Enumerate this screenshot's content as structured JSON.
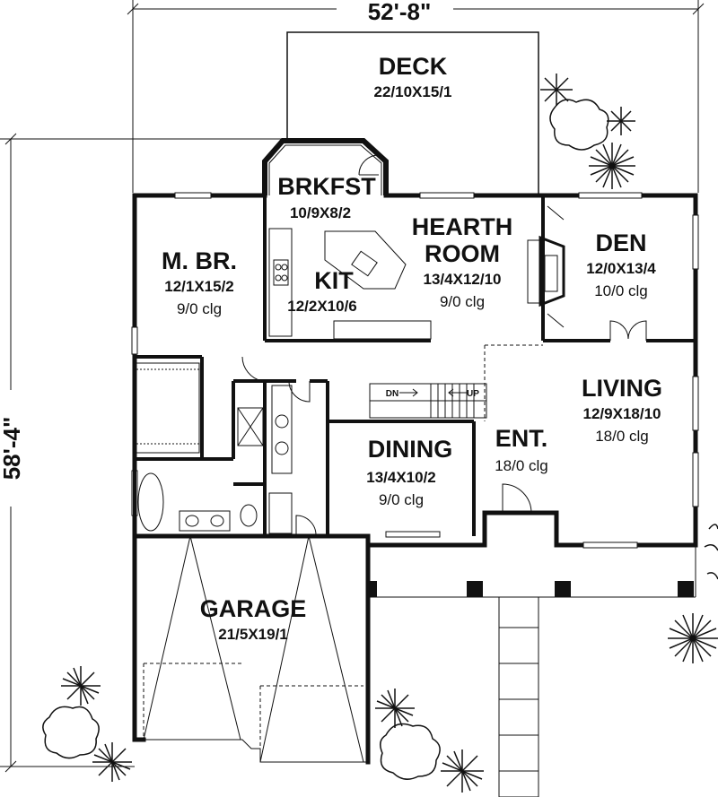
{
  "plan": {
    "overall_width": "52'-8\"",
    "overall_depth": "58'-4\"",
    "rooms": {
      "deck": {
        "name": "DECK",
        "size": "22/10X15/1"
      },
      "brkfst": {
        "name": "BRKFST",
        "size": "10/9X8/2"
      },
      "hearth": {
        "name_line1": "HEARTH",
        "name_line2": "ROOM",
        "size": "13/4X12/10",
        "ceiling": "9/0 clg"
      },
      "den": {
        "name": "DEN",
        "size": "12/0X13/4",
        "ceiling": "10/0 clg"
      },
      "mbr": {
        "name": "M. BR.",
        "size": "12/1X15/2",
        "ceiling": "9/0 clg"
      },
      "kit": {
        "name": "KIT",
        "size": "12/2X10/6"
      },
      "living": {
        "name": "LIVING",
        "size": "12/9X18/10",
        "ceiling": "18/0 clg"
      },
      "dining": {
        "name": "DINING",
        "size": "13/4X10/2",
        "ceiling": "9/0 clg"
      },
      "ent": {
        "name": "ENT.",
        "ceiling": "18/0 clg"
      },
      "garage": {
        "name": "GARAGE",
        "size": "21/5X19/1"
      }
    },
    "stairs": {
      "down": "DN",
      "up": "UP"
    }
  }
}
